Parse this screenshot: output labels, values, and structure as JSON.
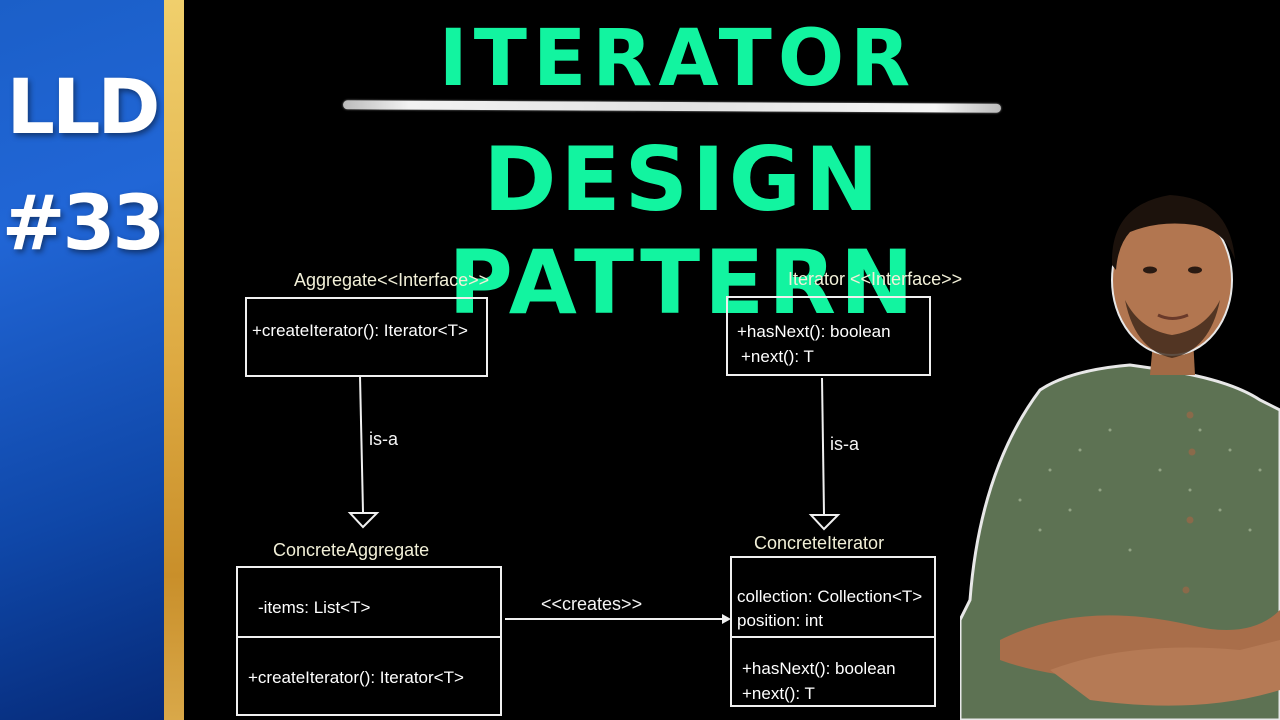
{
  "sidebar": {
    "series": "LLD",
    "episode": "#33",
    "colors": {
      "blue": "#1b5fc8",
      "gold": "#e0ad45"
    }
  },
  "title": {
    "line1": "ITERATOR",
    "line2": "DESIGN PATTERN",
    "color": "#12f4a0"
  },
  "diagram": {
    "aggregate": {
      "name": "Aggregate<<Interface>>",
      "methods": [
        "+createIterator(): Iterator<T>"
      ]
    },
    "iterator": {
      "name": "Iterator <<Interface>>",
      "methods": [
        "+hasNext(): boolean",
        "+next(): T"
      ]
    },
    "concrete_aggregate": {
      "name": "ConcreteAggregate",
      "fields": [
        "-items: List<T>"
      ],
      "methods": [
        "+createIterator(): Iterator<T>"
      ]
    },
    "concrete_iterator": {
      "name": "ConcreteIterator",
      "fields": [
        "collection: Collection<T>",
        "position: int"
      ],
      "methods": [
        "+hasNext(): boolean",
        "+next(): T"
      ]
    },
    "relations": {
      "aggregate_isa": "is-a",
      "iterator_isa": "is-a",
      "creates": "<<creates>>"
    }
  },
  "presenter": {
    "description": "Presenter with arms crossed, green dotted shirt"
  }
}
